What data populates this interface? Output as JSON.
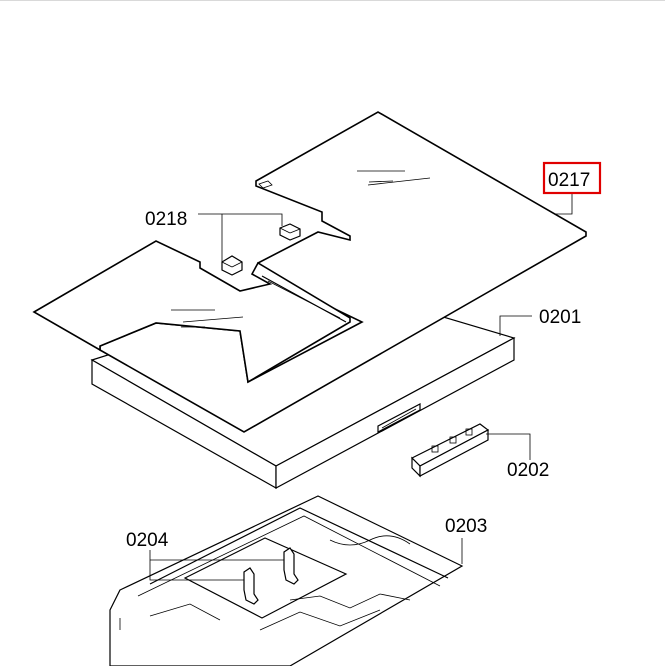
{
  "labels": {
    "l0217": "0217",
    "l0218": "0218",
    "l0201": "0201",
    "l0202": "0202",
    "l0203": "0203",
    "l0204": "0204"
  },
  "highlight": {
    "target": "0217",
    "color": "#e00000"
  }
}
